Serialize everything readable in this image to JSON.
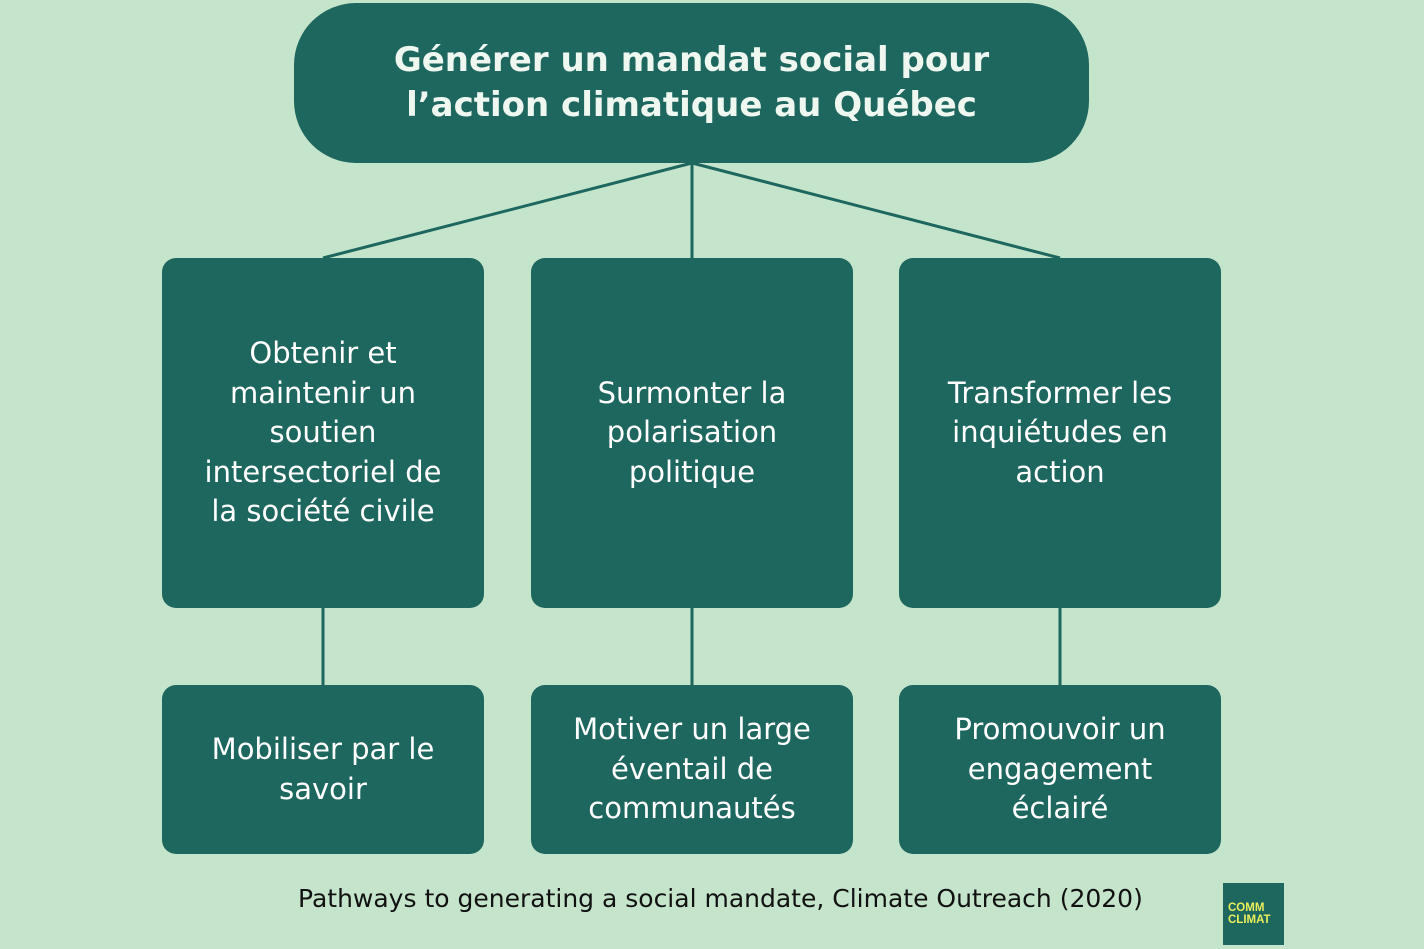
{
  "diagram": {
    "root": {
      "label": "Générer un mandat social pour l’action climatique au Québec"
    },
    "pathways": [
      {
        "goal": "Obtenir et maintenir un soutien intersectoriel de la société civile",
        "strategy": "Mobiliser par le savoir"
      },
      {
        "goal": "Surmonter la polarisation politique",
        "strategy": "Motiver un large éventail de communautés"
      },
      {
        "goal": "Transformer les inquiétudes en action",
        "strategy": "Promouvoir un engagement éclairé"
      }
    ]
  },
  "caption": "Pathways to generating a social mandate, Climate Outreach (2020)",
  "logo": {
    "line1": "COMM",
    "line2": "CLIMAT"
  },
  "colors": {
    "background": "#c4e5cb",
    "box": "#1e675f",
    "logo_text": "#e9ef5a"
  }
}
